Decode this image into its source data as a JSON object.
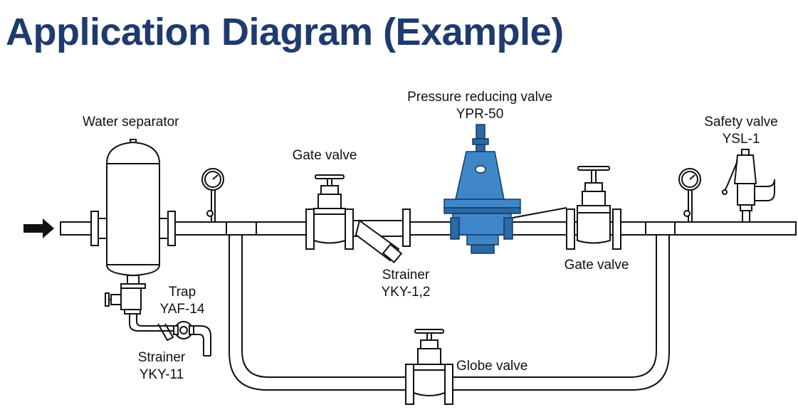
{
  "title": "Application Diagram (Example)",
  "labels": {
    "water_separator": "Water separator",
    "prv_name": "Pressure reducing valve",
    "prv_model": "YPR-50",
    "safety_name": "Safety valve",
    "safety_model": "YSL-1",
    "gate_valve_1": "Gate valve",
    "gate_valve_2": "Gate valve",
    "strainer_name": "Strainer",
    "strainer_model": "YKY-1,2",
    "trap_name": "Trap",
    "trap_model": "YAF-14",
    "strainer2_name": "Strainer",
    "strainer2_model": "YKY-11",
    "globe_valve": "Globe valve"
  },
  "colors": {
    "title": "#1f3a6e",
    "prv_body": "#3f86c8",
    "prv_outline": "#123b66"
  },
  "icons": {
    "flow_arrow": "arrow-right",
    "gauges": "pressure-gauge"
  }
}
